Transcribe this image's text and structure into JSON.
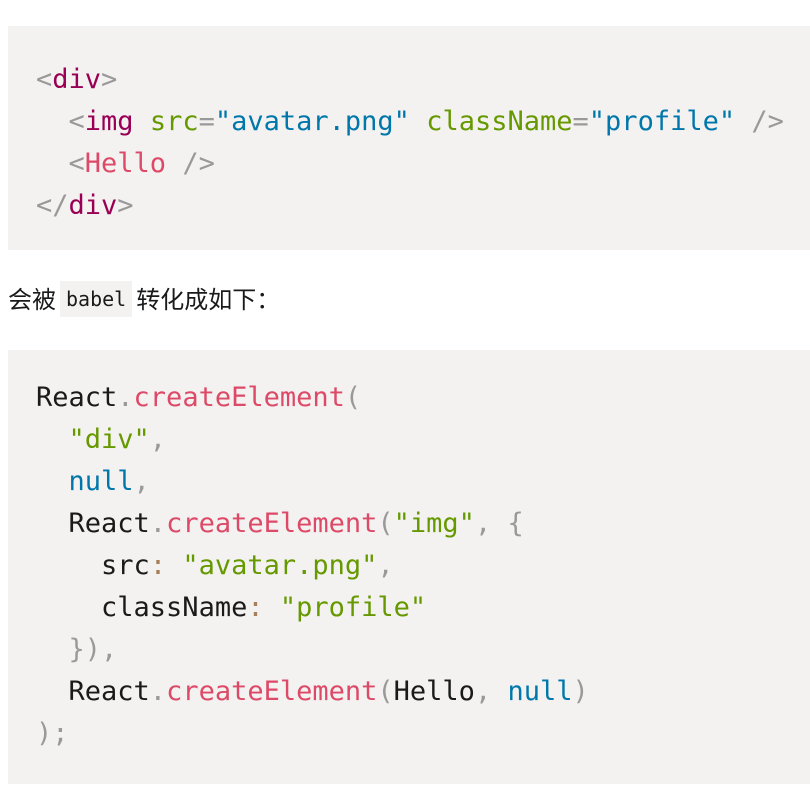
{
  "block1": {
    "line1": {
      "lt": "<",
      "tag": "div",
      "gt": ">"
    },
    "line2": {
      "indent": "  ",
      "lt": "<",
      "tag": "img",
      "sp1": " ",
      "attr1": "src",
      "eq1": "=",
      "val1": "\"avatar.png\"",
      "sp2": " ",
      "attr2": "className",
      "eq2": "=",
      "val2": "\"profile\"",
      "sp3": " ",
      "end": "/>"
    },
    "line3": {
      "indent": "  ",
      "lt": "<",
      "comp": "Hello",
      "sp": " ",
      "end": "/>"
    },
    "line4": {
      "lt": "</",
      "tag": "div",
      "gt": ">"
    }
  },
  "prose": {
    "before": "会被",
    "code": "babel",
    "after": "转化成如下："
  },
  "block2": {
    "l1": {
      "obj": "React",
      "dot": ".",
      "fn": "createElement",
      "paren": "("
    },
    "l2": {
      "indent": "  ",
      "str": "\"div\"",
      "comma": ","
    },
    "l3": {
      "indent": "  ",
      "kw": "null",
      "comma": ","
    },
    "l4": {
      "indent": "  ",
      "obj": "React",
      "dot": ".",
      "fn": "createElement",
      "paren": "(",
      "str": "\"img\"",
      "comma": ",",
      "sp": " ",
      "brace": "{"
    },
    "l5": {
      "indent": "    ",
      "key": "src",
      "colon": ":",
      "sp": " ",
      "str": "\"avatar.png\"",
      "comma": ","
    },
    "l6": {
      "indent": "    ",
      "key": "className",
      "colon": ":",
      "sp": " ",
      "str": "\"profile\""
    },
    "l7": {
      "indent": "  ",
      "close": "})",
      "comma": ","
    },
    "l8": {
      "indent": "  ",
      "obj": "React",
      "dot": ".",
      "fn": "createElement",
      "paren": "(",
      "arg": "Hello",
      "comma": ",",
      "sp": " ",
      "kw": "null",
      "cparen": ")"
    },
    "l9": {
      "close": ")",
      "semi": ";"
    }
  }
}
